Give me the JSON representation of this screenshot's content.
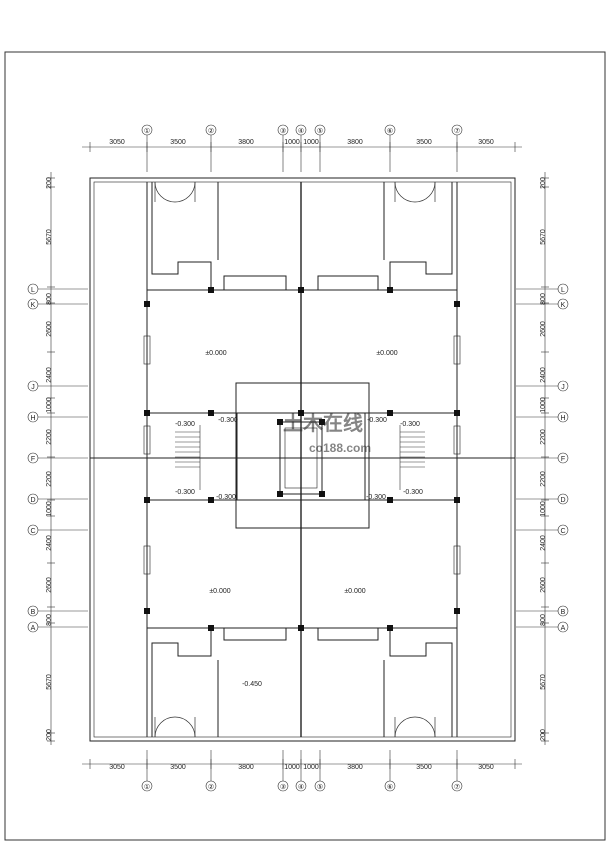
{
  "drawing": {
    "top_dimensions": [
      "3050",
      "3500",
      "3800",
      "1000",
      "1000",
      "3800",
      "3500",
      "3050"
    ],
    "bottom_dimensions": [
      "3050",
      "3500",
      "3800",
      "1000",
      "1000",
      "3800",
      "3500",
      "3050"
    ],
    "left_dimensions": [
      "200",
      "5670",
      "800",
      "2600",
      "2400",
      "1000",
      "2200",
      "2200",
      "1000",
      "2400",
      "2600",
      "800",
      "5670",
      "200"
    ],
    "right_dimensions": [
      "200",
      "5670",
      "800",
      "2600",
      "2400",
      "1000",
      "2200",
      "2200",
      "1000",
      "2400",
      "2600",
      "800",
      "5670",
      "200"
    ],
    "column_axes": [
      "①",
      "②",
      "③",
      "④",
      "⑤",
      "⑥",
      "⑦"
    ],
    "row_axes": [
      "L",
      "K",
      "J",
      "H",
      "F",
      "D",
      "C",
      "B",
      "A"
    ],
    "levels": [
      "±0.000",
      "±0.000",
      "-0.300",
      "-0.300",
      "-0.300",
      "-0.300",
      "-0.300",
      "-0.300",
      "-0.300",
      "-0.300",
      "±0.000",
      "±0.000",
      "-0.450"
    ],
    "watermark": "土木在线",
    "watermark_url": "co188.com"
  }
}
